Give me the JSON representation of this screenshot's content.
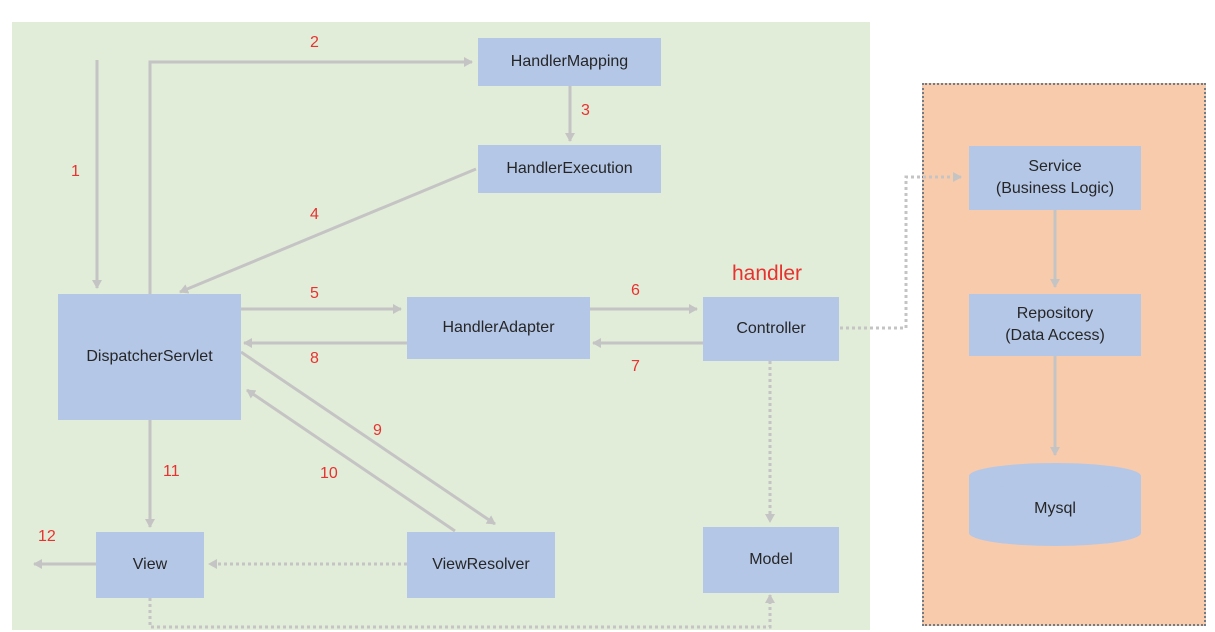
{
  "nodes": {
    "handler_mapping": "HandlerMapping",
    "handler_execution": "HandlerExecution",
    "dispatcher_servlet": "DispatcherServlet",
    "handler_adapter": "HandlerAdapter",
    "controller": "Controller",
    "view": "View",
    "view_resolver": "ViewResolver",
    "model": "Model",
    "service_line1": "Service",
    "service_line2": "(Business Logic)",
    "repository_line1": "Repository",
    "repository_line2": "(Data Access)",
    "mysql": "Mysql"
  },
  "handler_label": "handler",
  "steps": [
    "1",
    "2",
    "3",
    "4",
    "5",
    "6",
    "7",
    "8",
    "9",
    "10",
    "11",
    "12"
  ],
  "colors": {
    "main_panel": "#e2edd9",
    "side_panel": "#f8cbad",
    "box": "#b4c7e7",
    "arrow": "#c4c4c4",
    "step_number": "#e8322f"
  }
}
